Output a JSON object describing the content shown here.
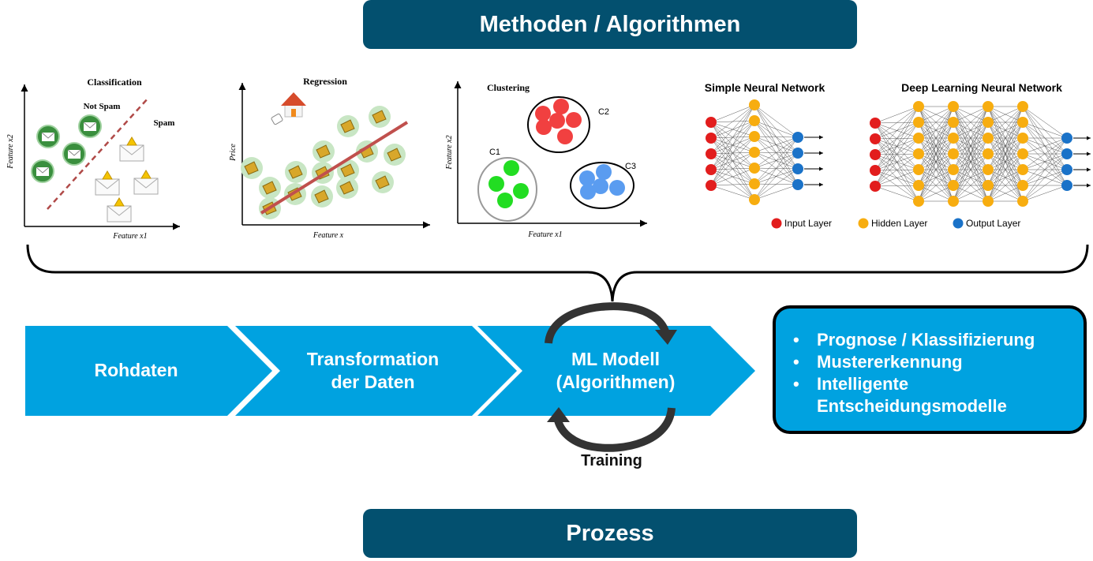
{
  "header": {
    "title": "Methoden / Algorithmen"
  },
  "footer": {
    "title": "Prozess"
  },
  "methods": {
    "classification": {
      "title": "Classification",
      "label_not_spam": "Not Spam",
      "label_spam": "Spam",
      "xlabel": "Feature x1",
      "ylabel": "Feature x2"
    },
    "regression": {
      "title": "Regression",
      "xlabel": "Feature x",
      "ylabel": "Price"
    },
    "clustering": {
      "title": "Clustering",
      "xlabel": "Feature x1",
      "ylabel": "Feature x2",
      "clusters": [
        "C1",
        "C2",
        "C3"
      ]
    },
    "simple_nn": {
      "title": "Simple Neural Network"
    },
    "deep_nn": {
      "title": "Deep Learning Neural Network"
    },
    "legend": {
      "input": "Input Layer",
      "hidden": "Hidden Layer",
      "output": "Output Layer"
    }
  },
  "process": {
    "steps": [
      "Rohdaten",
      "Transformation der Daten",
      "ML Modell (Algorithmen)"
    ],
    "step2_lines": [
      "Transformation",
      "der Daten"
    ],
    "step3_lines": [
      "ML Modell",
      "(Algorithmen)"
    ],
    "training_label": "Training"
  },
  "results": {
    "bullet": "•",
    "items": [
      "Prognose / Klassifizierung",
      "Mustererkennung",
      "Intelligente Entscheidungsmodelle"
    ]
  },
  "colors": {
    "banner": "#03506f",
    "arrow": "#00a2e0",
    "input_node": "#e21d1d",
    "hidden_node": "#f7ad10",
    "output_node": "#1a72c8"
  }
}
